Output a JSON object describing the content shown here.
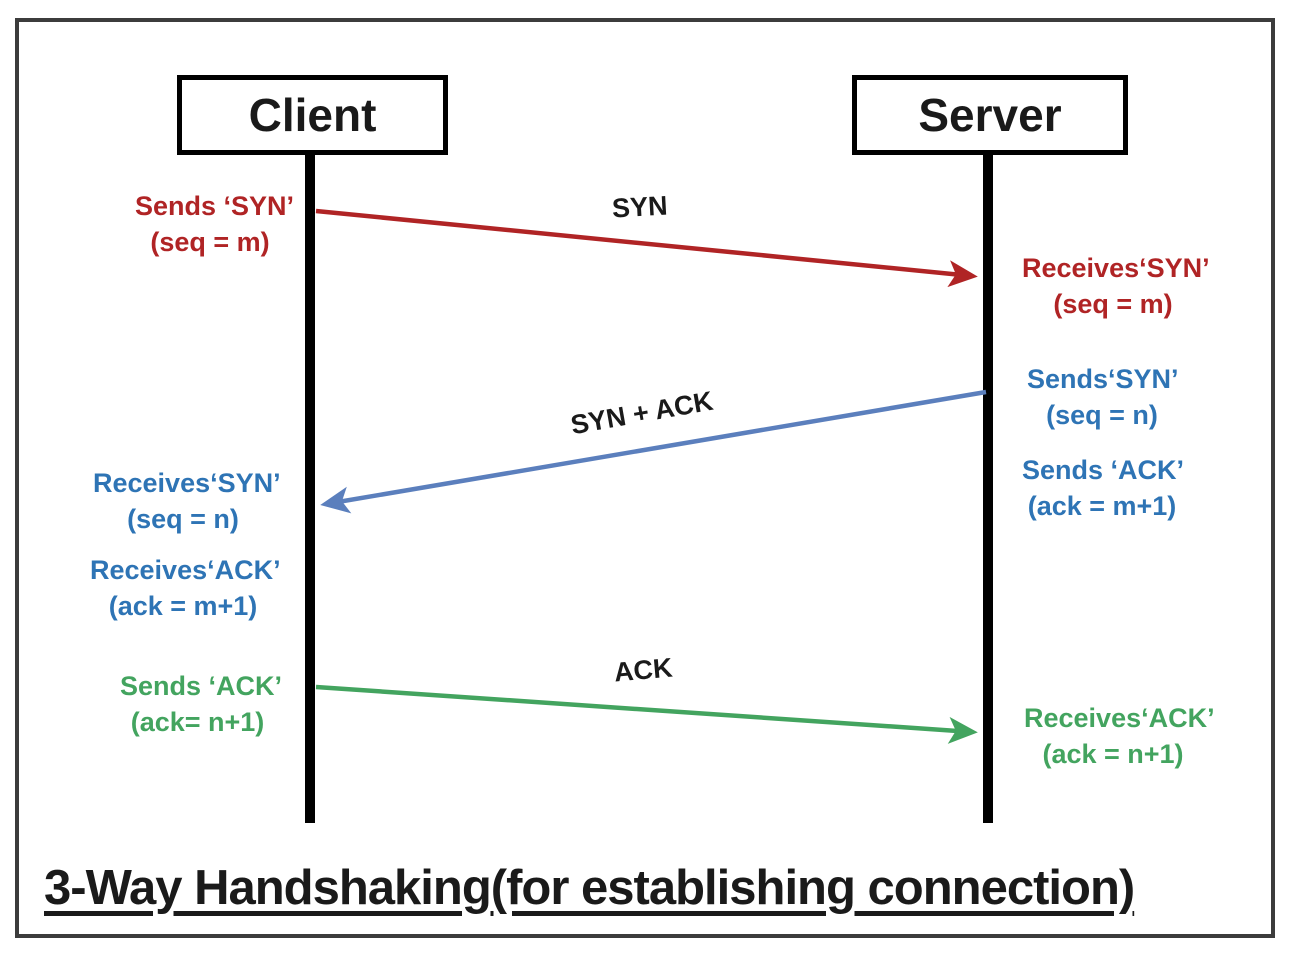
{
  "diagram": {
    "title": "3-Way Handshaking(for establishing connection)",
    "client_label": "Client",
    "server_label": "Server",
    "colors": {
      "red": "#b02425",
      "blue_text": "#2e74b5",
      "blue_arrow": "#5b7fbd",
      "green": "#43a45f",
      "lifeline": "#000000",
      "frame": "#3c3c3c"
    },
    "messages": [
      {
        "id": "syn",
        "arrow_label": "SYN",
        "direction": "client-to-server",
        "color": "#b02425",
        "sender": {
          "line1": "Sends ‘SYN’",
          "line2": "(seq = m)"
        },
        "receiver": {
          "line1": "Receives‘SYN’",
          "line2": "(seq = m)"
        }
      },
      {
        "id": "syn-ack",
        "arrow_label": "SYN + ACK",
        "direction": "server-to-client",
        "color": "#5b7fbd",
        "sender": {
          "line1": "Sends‘SYN’",
          "line2": "(seq = n)",
          "line3": "Sends ‘ACK’",
          "line4": "(ack = m+1)"
        },
        "receiver": {
          "line1": "Receives‘SYN’",
          "line2": "(seq = n)",
          "line3": "Receives‘ACK’",
          "line4": "(ack = m+1)"
        }
      },
      {
        "id": "ack",
        "arrow_label": "ACK",
        "direction": "client-to-server",
        "color": "#43a45f",
        "sender": {
          "line1": "Sends ‘ACK’",
          "line2": "(ack= n+1)"
        },
        "receiver": {
          "line1": "Receives‘ACK’",
          "line2": "(ack = n+1)"
        }
      }
    ]
  }
}
